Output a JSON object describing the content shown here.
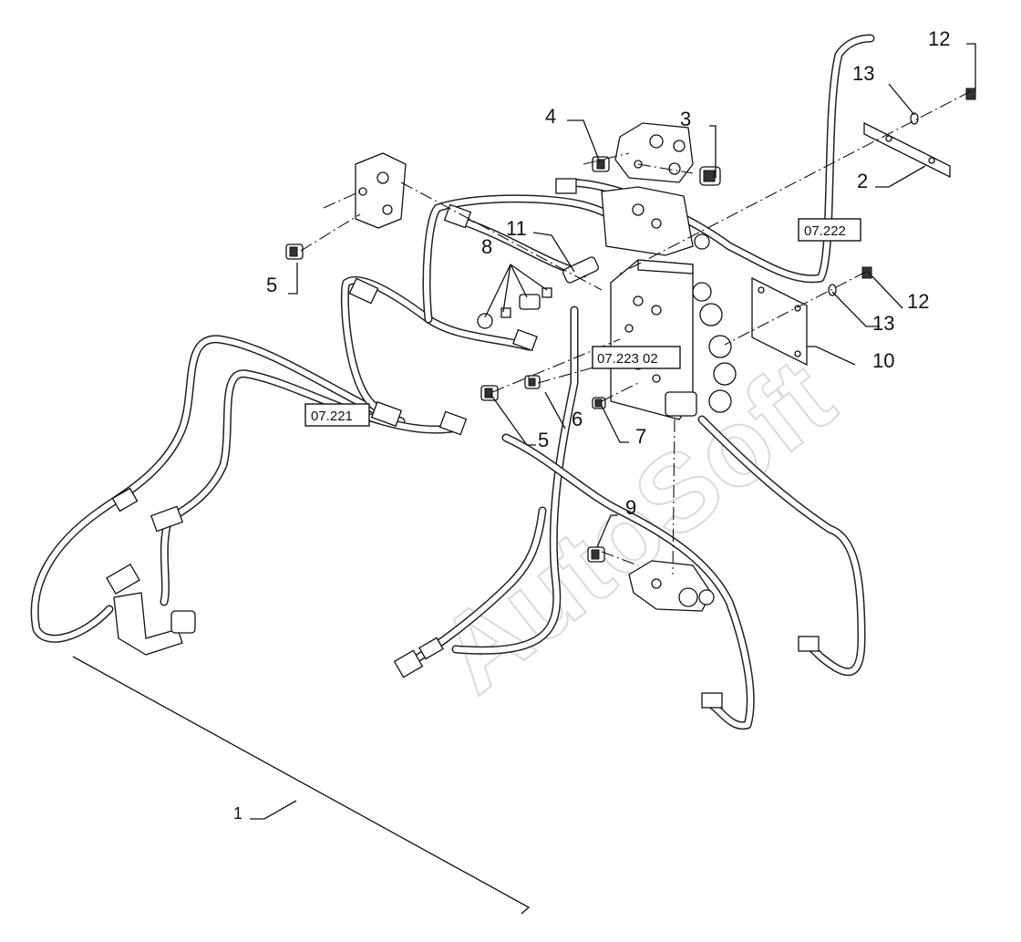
{
  "watermark": "AutoSoft",
  "callouts": [
    {
      "id": "c1",
      "text": "1"
    },
    {
      "id": "c2",
      "text": "2"
    },
    {
      "id": "c3",
      "text": "3"
    },
    {
      "id": "c4",
      "text": "4"
    },
    {
      "id": "c5a",
      "text": "5"
    },
    {
      "id": "c5b",
      "text": "5"
    },
    {
      "id": "c6",
      "text": "6"
    },
    {
      "id": "c7",
      "text": "7"
    },
    {
      "id": "c8",
      "text": "8"
    },
    {
      "id": "c9",
      "text": "9"
    },
    {
      "id": "c10",
      "text": "10"
    },
    {
      "id": "c11",
      "text": "11"
    },
    {
      "id": "c12a",
      "text": "12"
    },
    {
      "id": "c12b",
      "text": "12"
    },
    {
      "id": "c13a",
      "text": "13"
    },
    {
      "id": "c13b",
      "text": "13"
    }
  ],
  "references": [
    {
      "id": "r07222",
      "text": "07.222"
    },
    {
      "id": "r07221",
      "text": "07.221"
    },
    {
      "id": "r0722302",
      "text": "07.223 02"
    }
  ]
}
